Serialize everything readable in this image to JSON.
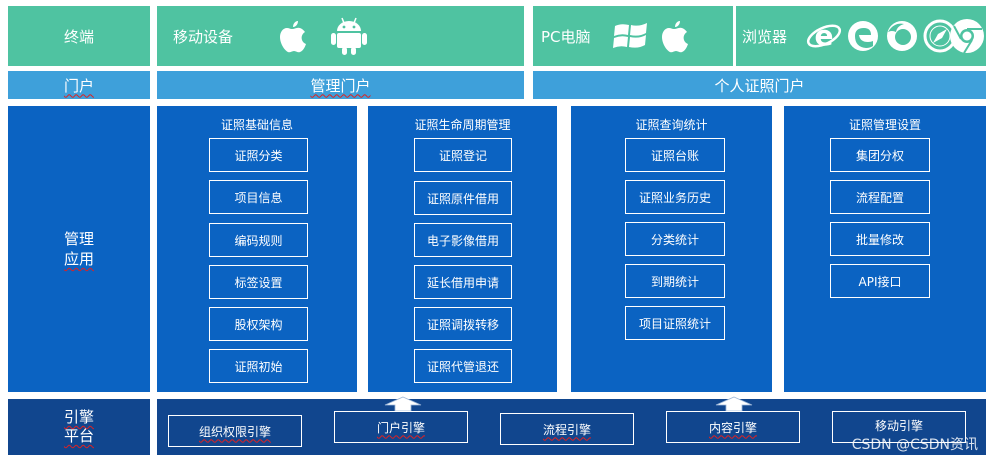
{
  "terminal": {
    "label": "终端",
    "mobile_label": "移动设备",
    "pc_label": "PC电脑",
    "browser_label": "浏览器",
    "icons": [
      "apple-icon",
      "android-icon",
      "windows-icon",
      "apple-icon",
      "ie-icon",
      "edge-icon",
      "firefox-icon",
      "safari-icon",
      "chrome-icon"
    ]
  },
  "portal": {
    "label": "门户",
    "manage_portal": "管理门户",
    "personal_portal": "个人证照门户"
  },
  "management": {
    "label_line1": "管理",
    "label_line2": "应用",
    "panels": [
      {
        "title": "证照基础信息",
        "items": [
          "证照分类",
          "项目信息",
          "编码规则",
          "标签设置",
          "股权架构",
          "证照初始"
        ]
      },
      {
        "title": "证照生命周期管理",
        "items": [
          "证照登记",
          "证照原件借用",
          "电子影像借用",
          "延长借用申请",
          "证照调拨转移",
          "证照代管退还"
        ]
      },
      {
        "title": "证照查询统计",
        "items": [
          "证照台账",
          "证照业务历史",
          "分类统计",
          "到期统计",
          "项目证照统计"
        ]
      },
      {
        "title": "证照管理设置",
        "items": [
          "集团分权",
          "流程配置",
          "批量修改",
          "API接口"
        ]
      }
    ]
  },
  "engine": {
    "label_line1": "引擎",
    "label_line2": "平台",
    "items": [
      "组织权限引擎",
      "门户引擎",
      "流程引擎",
      "内容引擎",
      "移动引擎"
    ]
  },
  "watermark": "CSDN @CSDN资讯",
  "colors": {
    "teal": "#4fc3a1",
    "light_blue": "#3ea0da",
    "blue": "#1f6fc6",
    "dark_blue": "#0b63c2",
    "navy": "#11468e"
  }
}
